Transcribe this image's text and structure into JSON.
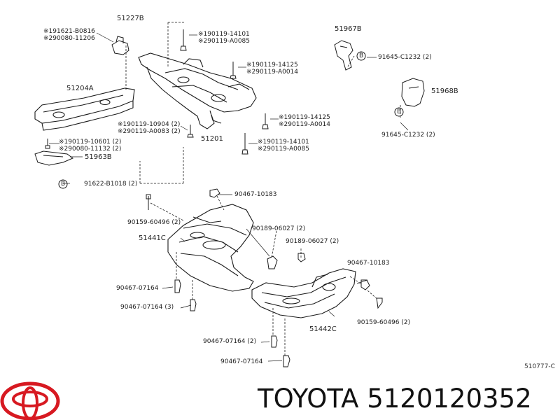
{
  "brand": "TOYOTA",
  "part_number": "5120120352",
  "diagram_code": "510777-C",
  "labels": {
    "l51227B": "51227B",
    "l51204A": "51204A",
    "l51201": "51201",
    "l51963B": "51963B",
    "l51967B": "51967B",
    "l51968B": "51968B",
    "l51441C": "51441C",
    "l51442C": "51442C",
    "n191621a": "※191621-B0816",
    "n290080a": "※290080-11206",
    "n190119_14101a": "※190119-14101",
    "n290119_A0085a": "※290119-A0085",
    "n190119_14125a": "※190119-14125",
    "n290119_A0014a": "※290119-A0014",
    "n190119_10904": "※190119-10904 (2)",
    "n290119_A0083": "※290119-A0083 (2)",
    "n190119_14125b": "※190119-14125",
    "n290119_A0014b": "※290119-A0014",
    "n190119_14101b": "※190119-14101",
    "n290119_A0085b": "※290119-A0085",
    "n190119_10601": "※190119-10601 (2)",
    "n290080_11132": "※290080-11132 (2)",
    "n91622": "91622-B1018 (2)",
    "n91645a": "91645-C1232 (2)",
    "n91645b": "91645-C1232 (2)",
    "n90467_10183a": "90467-10183",
    "n90159_60496a": "90159-60496 (2)",
    "n90189a": "90189-06027 (2)",
    "n90189b": "90189-06027 (2)",
    "n90467_10183b": "90467-10183",
    "n90467_07164a": "90467-07164",
    "n90467_07164b": "90467-07164 (3)",
    "n90159_60496b": "90159-60496 (2)",
    "n90467_07164c": "90467-07164 (2)",
    "n90467_07164d": "90467-07164",
    "B": "B"
  },
  "colors": {
    "ink": "#1a1a1a",
    "logo": "#d71921"
  }
}
